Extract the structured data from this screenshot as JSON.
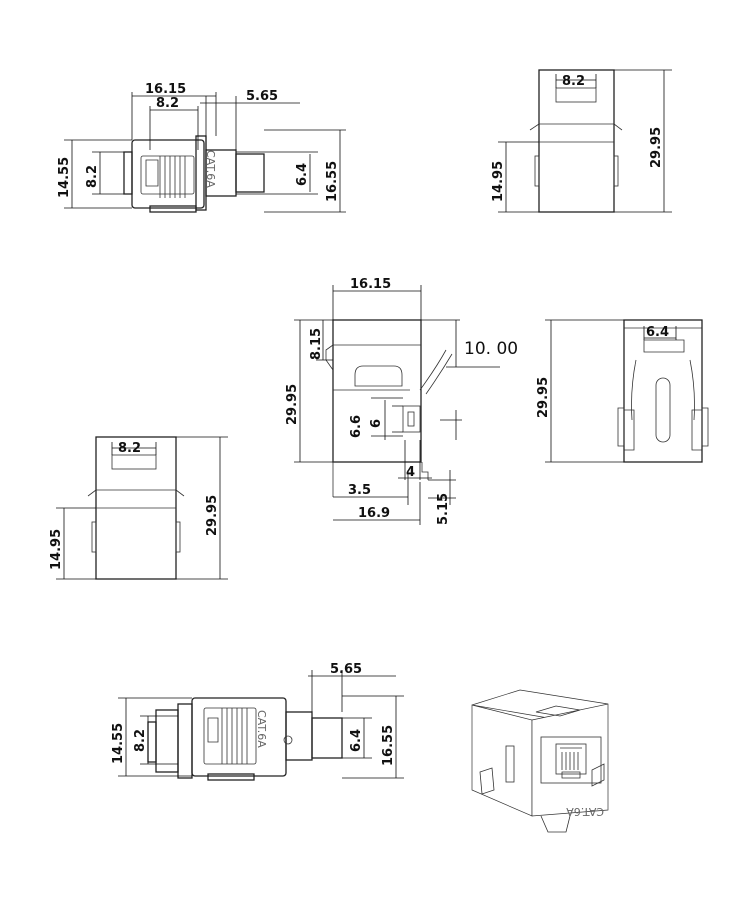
{
  "figure": {
    "side_view_top": {
      "d_width_total": "16.15",
      "d_port_width": "8.2",
      "d_cable_len": "5.65",
      "d_body_h": "14.55",
      "d_port_h": "8.2",
      "d_cable_dia": "6.4",
      "d_total_h": "16.55",
      "marking": "CAT.6A"
    },
    "front_view_top": {
      "d_port_width": "8.2",
      "d_half_h": "14.95",
      "d_total_h": "29.95"
    },
    "center_view": {
      "d_width": "16.15",
      "d_top_step": "8.15",
      "d_clip": "10. 00",
      "d_total_h": "29.95",
      "d_slot_a": "6.6",
      "d_slot_b": "6",
      "d_gap": "4",
      "d_offset": "3.5",
      "d_base": "16.9",
      "d_foot": "5.15"
    },
    "right_view": {
      "d_slot_w": "6.4",
      "d_total_h": "29.95"
    },
    "front_view_bottom": {
      "d_port_width": "8.2",
      "d_half_h": "14.95",
      "d_total_h": "29.95"
    },
    "side_view_bottom": {
      "d_cable_len": "5.65",
      "d_body_h": "14.55",
      "d_port_h": "8.2",
      "d_cable_dia": "6.4",
      "d_total_h": "16.55",
      "marking": "CAT.6A"
    },
    "iso_view": {
      "marking": "CAT.6A"
    }
  }
}
